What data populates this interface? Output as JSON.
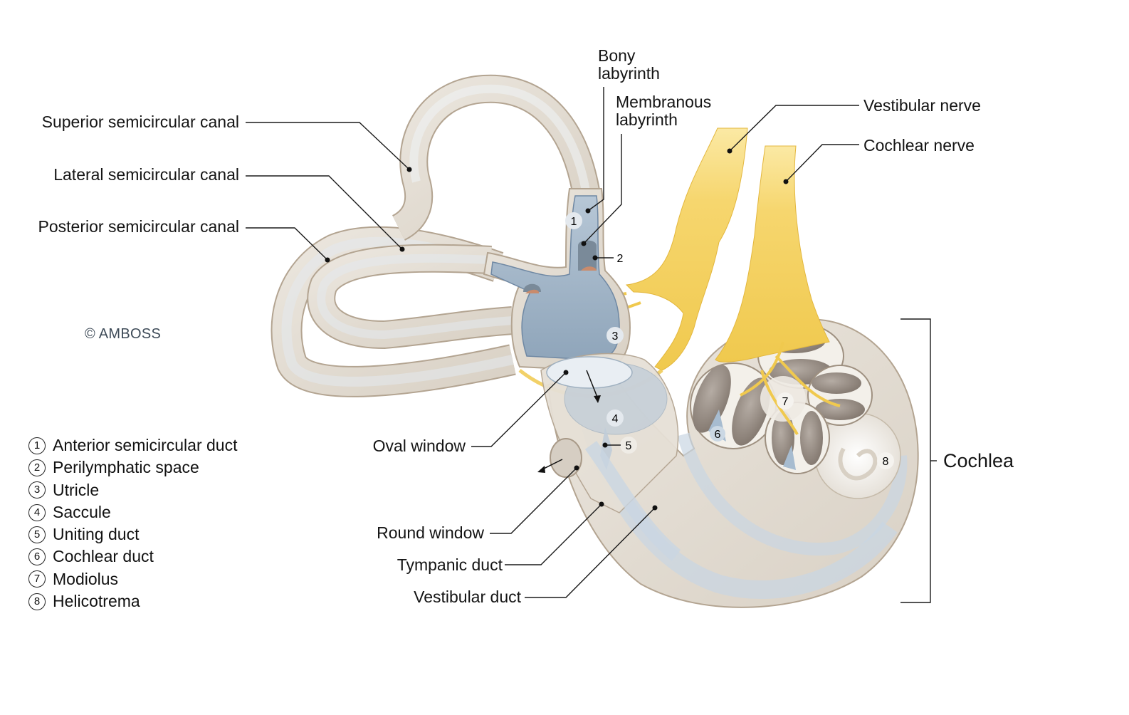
{
  "copyright": "© AMBOSS",
  "labels": {
    "superior_canal": "Superior semicircular canal",
    "lateral_canal": "Lateral semicircular canal",
    "posterior_canal": "Posterior semicircular canal",
    "bony_labyrinth_1": "Bony",
    "bony_labyrinth_2": "labyrinth",
    "membranous_labyrinth_1": "Membranous",
    "membranous_labyrinth_2": "labyrinth",
    "vestibular_nerve": "Vestibular nerve",
    "cochlear_nerve": "Cochlear nerve",
    "oval_window": "Oval window",
    "round_window": "Round window",
    "tympanic_duct": "Tympanic duct",
    "vestibular_duct": "Vestibular duct",
    "cochlea": "Cochlea"
  },
  "markers": [
    "1",
    "2",
    "3",
    "4",
    "5",
    "6",
    "7",
    "8"
  ],
  "legend": [
    {
      "num": "1",
      "text": "Anterior semicircular duct"
    },
    {
      "num": "2",
      "text": "Perilymphatic space"
    },
    {
      "num": "3",
      "text": "Utricle"
    },
    {
      "num": "4",
      "text": "Saccule"
    },
    {
      "num": "5",
      "text": "Uniting duct"
    },
    {
      "num": "6",
      "text": "Cochlear duct"
    },
    {
      "num": "7",
      "text": "Modiolus"
    },
    {
      "num": "8",
      "text": "Helicotrema"
    }
  ],
  "colors": {
    "bone": "#e3ddd3",
    "bone_edge": "#b3a491",
    "membranous": "#9fb3c6",
    "nerve": "#f4d36a",
    "scala_dark": "#8f857d",
    "text": "#141414",
    "copyright": "#3d4a57"
  }
}
